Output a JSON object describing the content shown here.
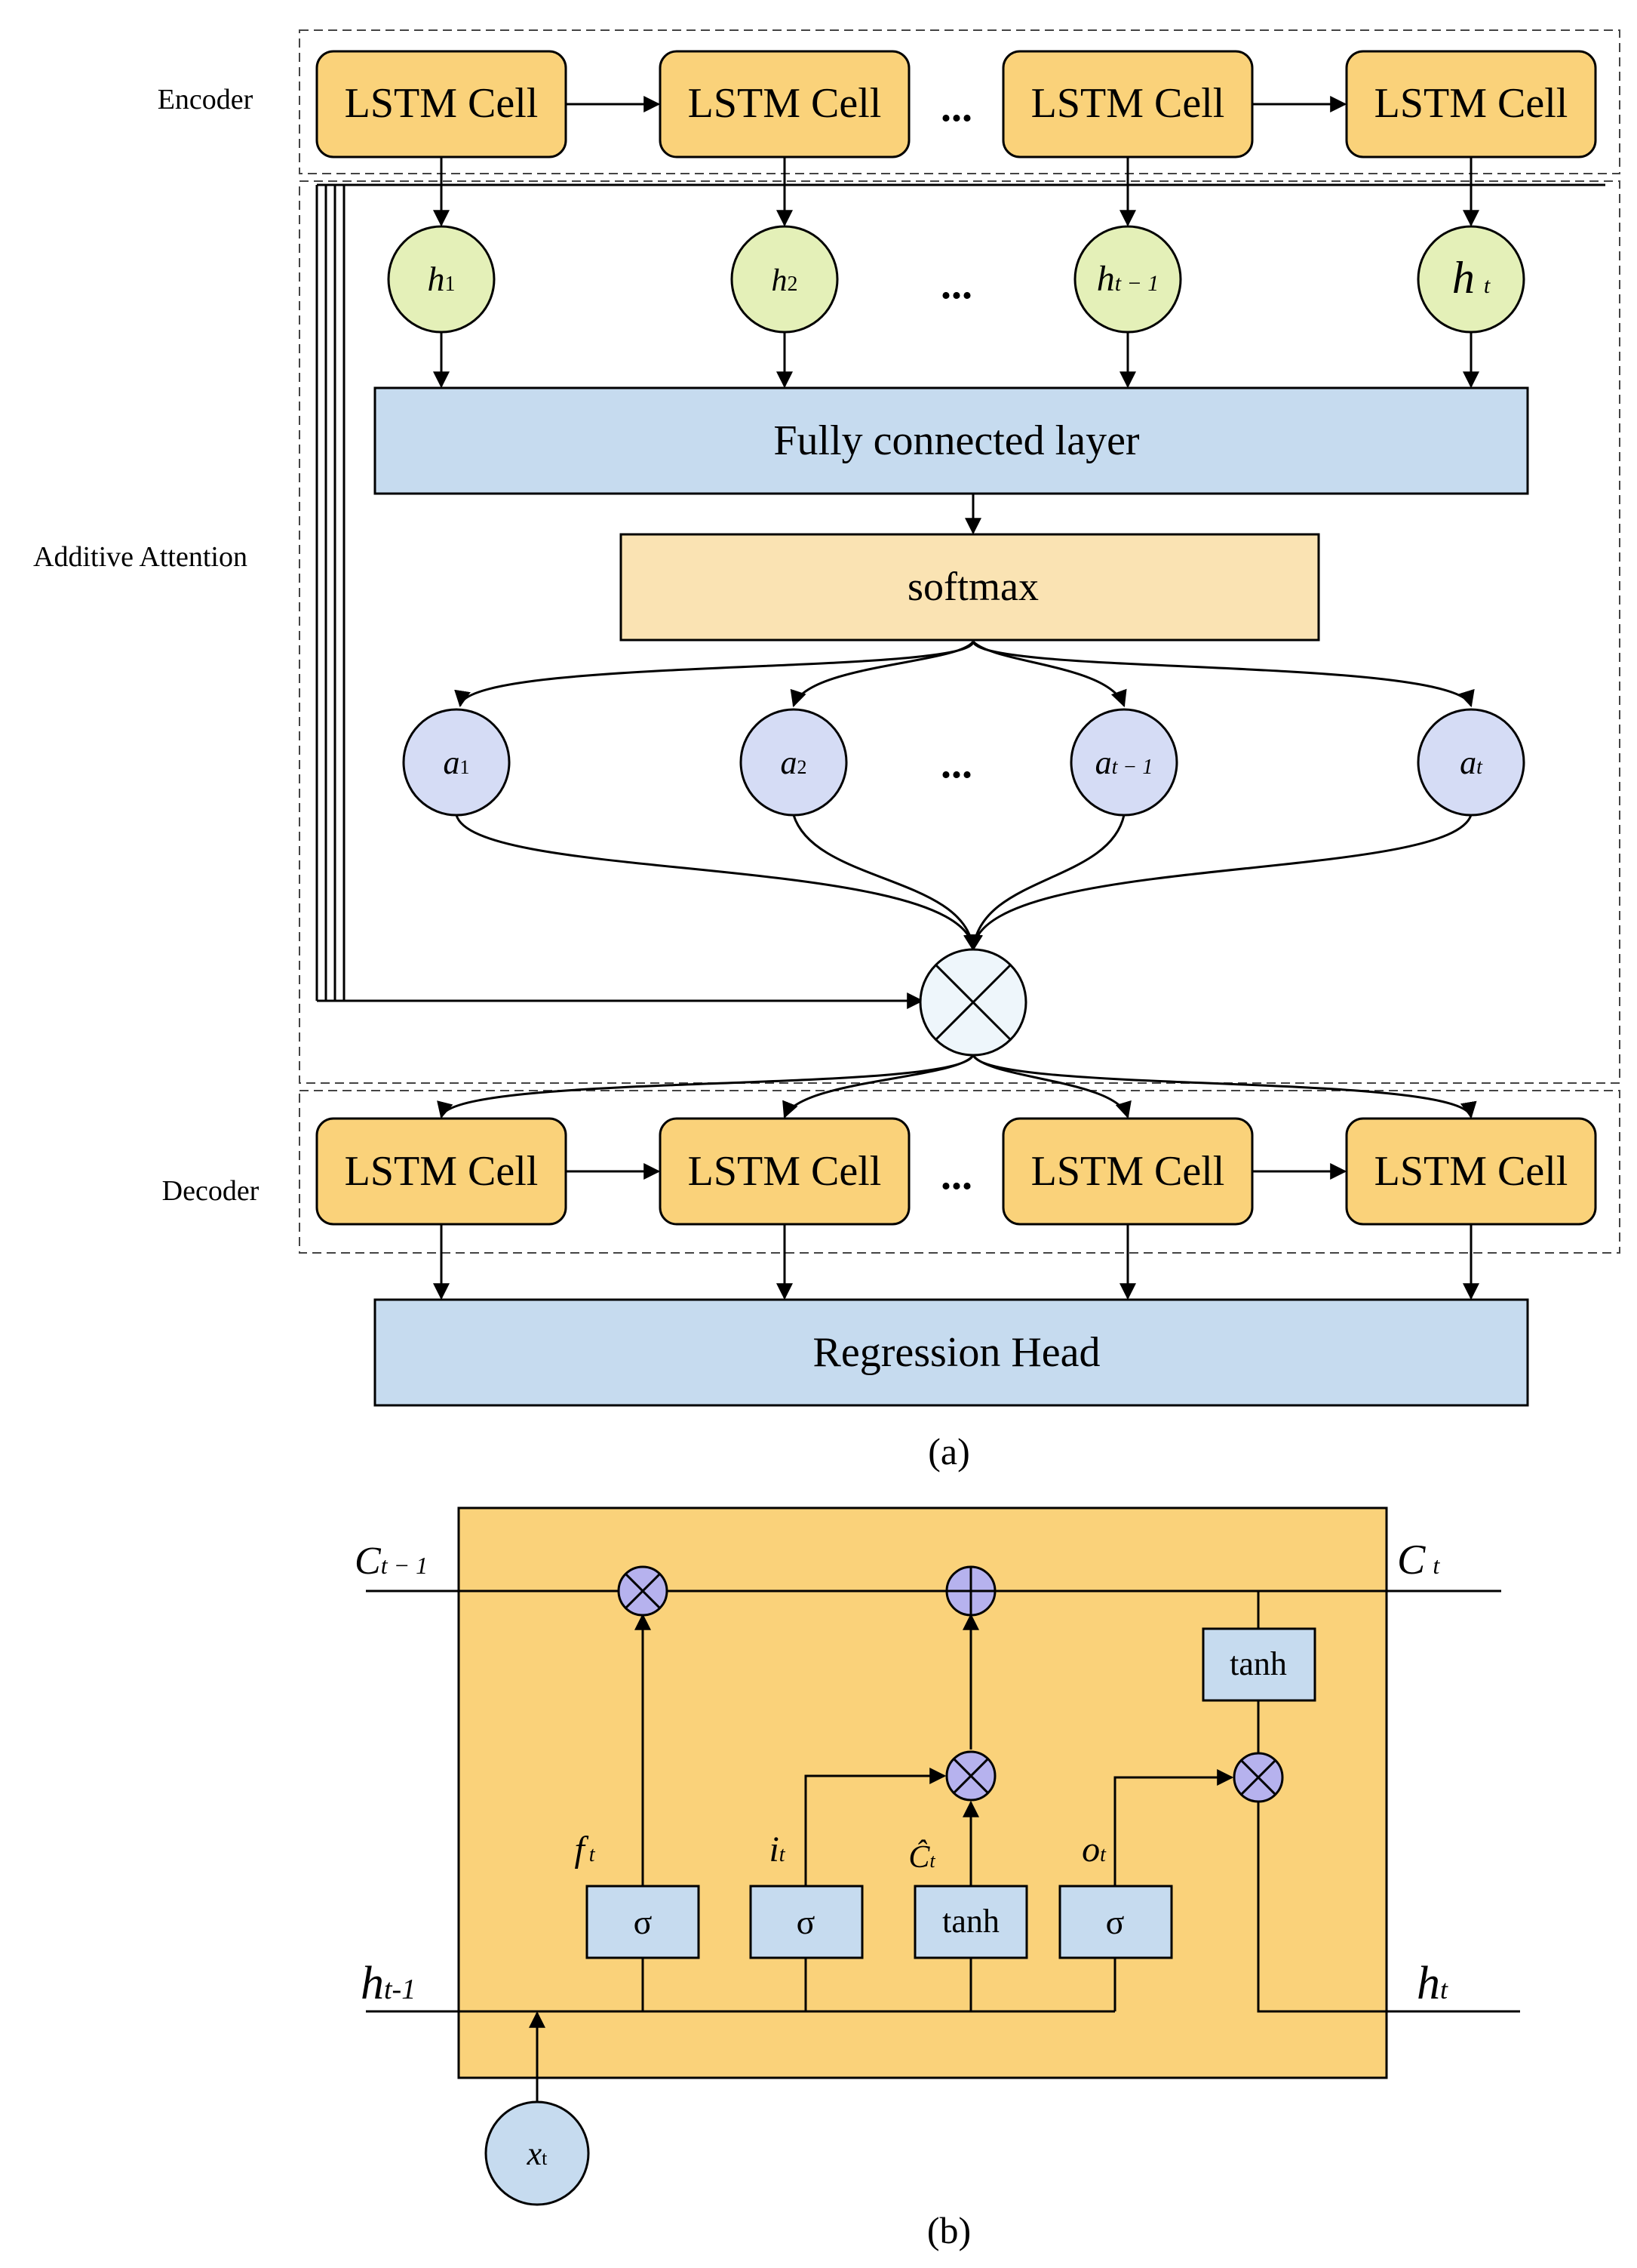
{
  "figure_a": {
    "caption": "(a)",
    "section_labels": {
      "encoder": "Encoder",
      "attention": "Additive Attention",
      "decoder": "Decoder"
    },
    "encoder_cells": [
      "LSTM Cell",
      "LSTM Cell",
      "LSTM Cell",
      "LSTM Cell"
    ],
    "decoder_cells": [
      "LSTM Cell",
      "LSTM Cell",
      "LSTM Cell",
      "LSTM Cell"
    ],
    "ellipsis": "...",
    "hidden_states": [
      {
        "base": "h",
        "sub": "1"
      },
      {
        "base": "h",
        "sub": "2"
      },
      {
        "base": "h",
        "sub": "t − 1"
      },
      {
        "base": "h",
        "sub": "t"
      }
    ],
    "attention_weights": [
      {
        "base": "a",
        "sub": "1"
      },
      {
        "base": "a",
        "sub": "2"
      },
      {
        "base": "a",
        "sub": "t − 1"
      },
      {
        "base": "a",
        "sub": "t"
      }
    ],
    "fc_label": "Fully connected layer",
    "softmax_label": "softmax",
    "regression_label": "Regression Head"
  },
  "figure_b": {
    "caption": "(b)",
    "c_prev": {
      "base": "C",
      "sub": "t − 1"
    },
    "c_next": {
      "base": "C",
      "sub": "t"
    },
    "h_prev": {
      "base": "h",
      "sub": "t-1"
    },
    "h_next": {
      "base": "h",
      "sub": "t"
    },
    "x_in": {
      "base": "x",
      "sub": "t"
    },
    "gates": {
      "forget": {
        "base": "f",
        "sub": "t"
      },
      "input": {
        "base": "i",
        "sub": "t"
      },
      "candidate": {
        "base": "Ĉ",
        "sub": "t"
      },
      "output": {
        "base": "o",
        "sub": "t"
      }
    },
    "sigma": "σ",
    "tanh": "tanh"
  },
  "colors": {
    "cell_fill": "#FAD27A",
    "cell_stroke": "#000000",
    "h_node_fill": "#E4F0B8",
    "a_node_fill": "#D5DCF5",
    "blue_box_fill": "#C6DBEF",
    "softmax_fill": "#FAE3B3",
    "lstm_panel_fill": "#FAD27A",
    "op_fill": "#B6B2EE",
    "multiply_fill": "#EEF6FB"
  }
}
